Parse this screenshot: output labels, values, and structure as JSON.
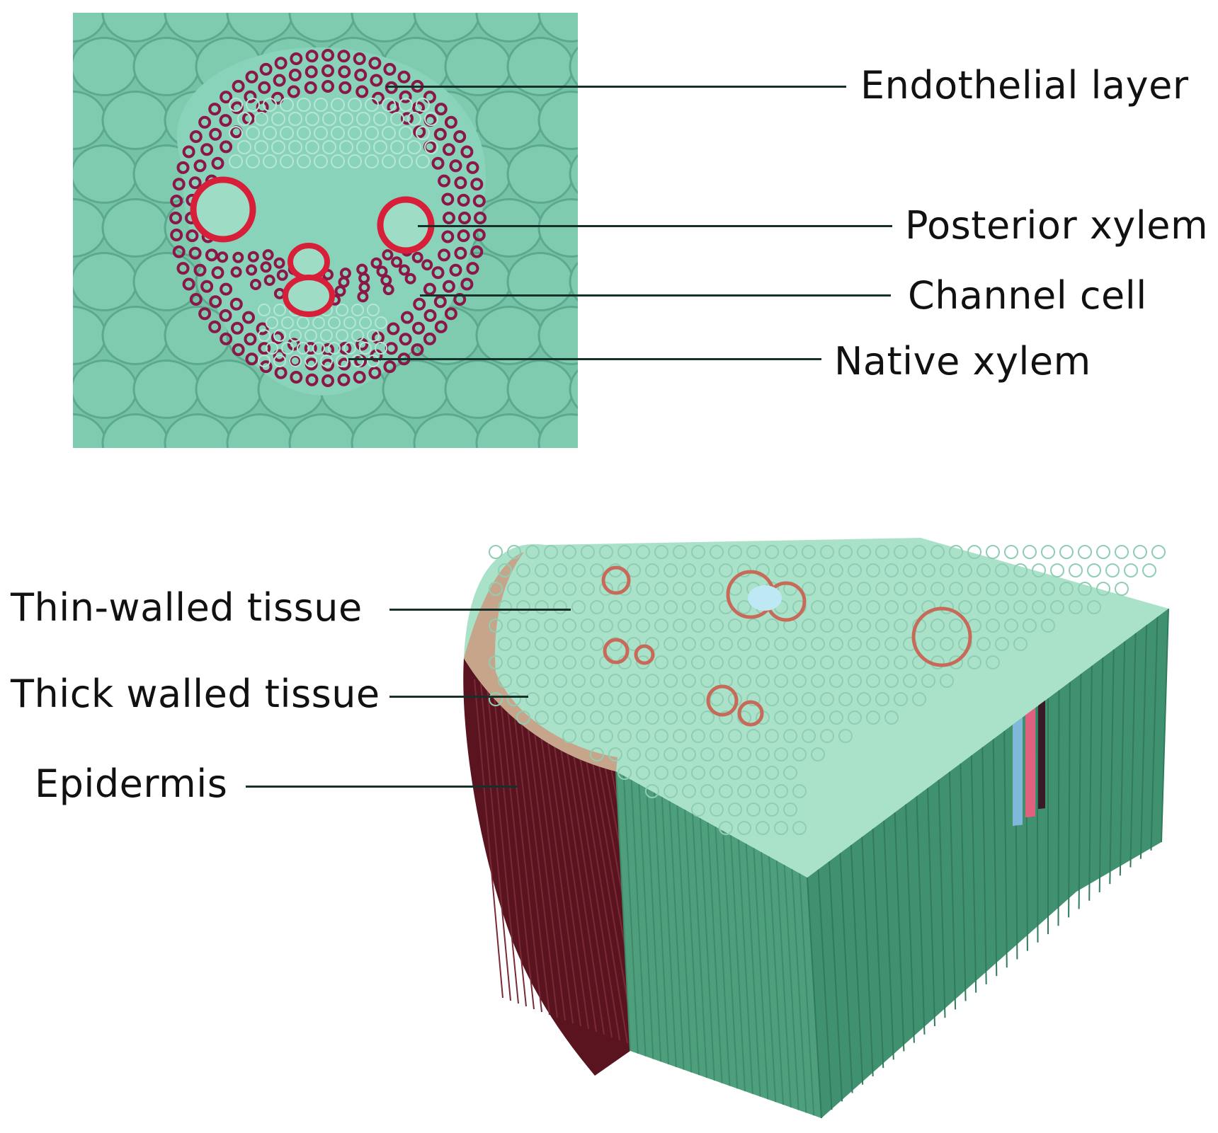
{
  "top_labels": {
    "endothelial_layer": "Endothelial layer",
    "posterior_xylem": "Posterior xylem",
    "channel_cell": "Channel cell",
    "native_xylem": "Native xylem"
  },
  "bottom_labels": {
    "thin_walled_tissue": "Thin-walled tissue",
    "thick_walled_tissue": "Thick walled tissue",
    "epidermis": "Epidermis"
  },
  "colors": {
    "background_green": "#74c3a7",
    "cell_outline": "#5da98f",
    "stain_red": "#d81f3a",
    "stain_purple": "#8a1748",
    "epidermis_maroon": "#5a1420",
    "block_side_green": "#4ea07d",
    "block_top_green": "#a9e2c9",
    "leader_line": "#16302a"
  }
}
